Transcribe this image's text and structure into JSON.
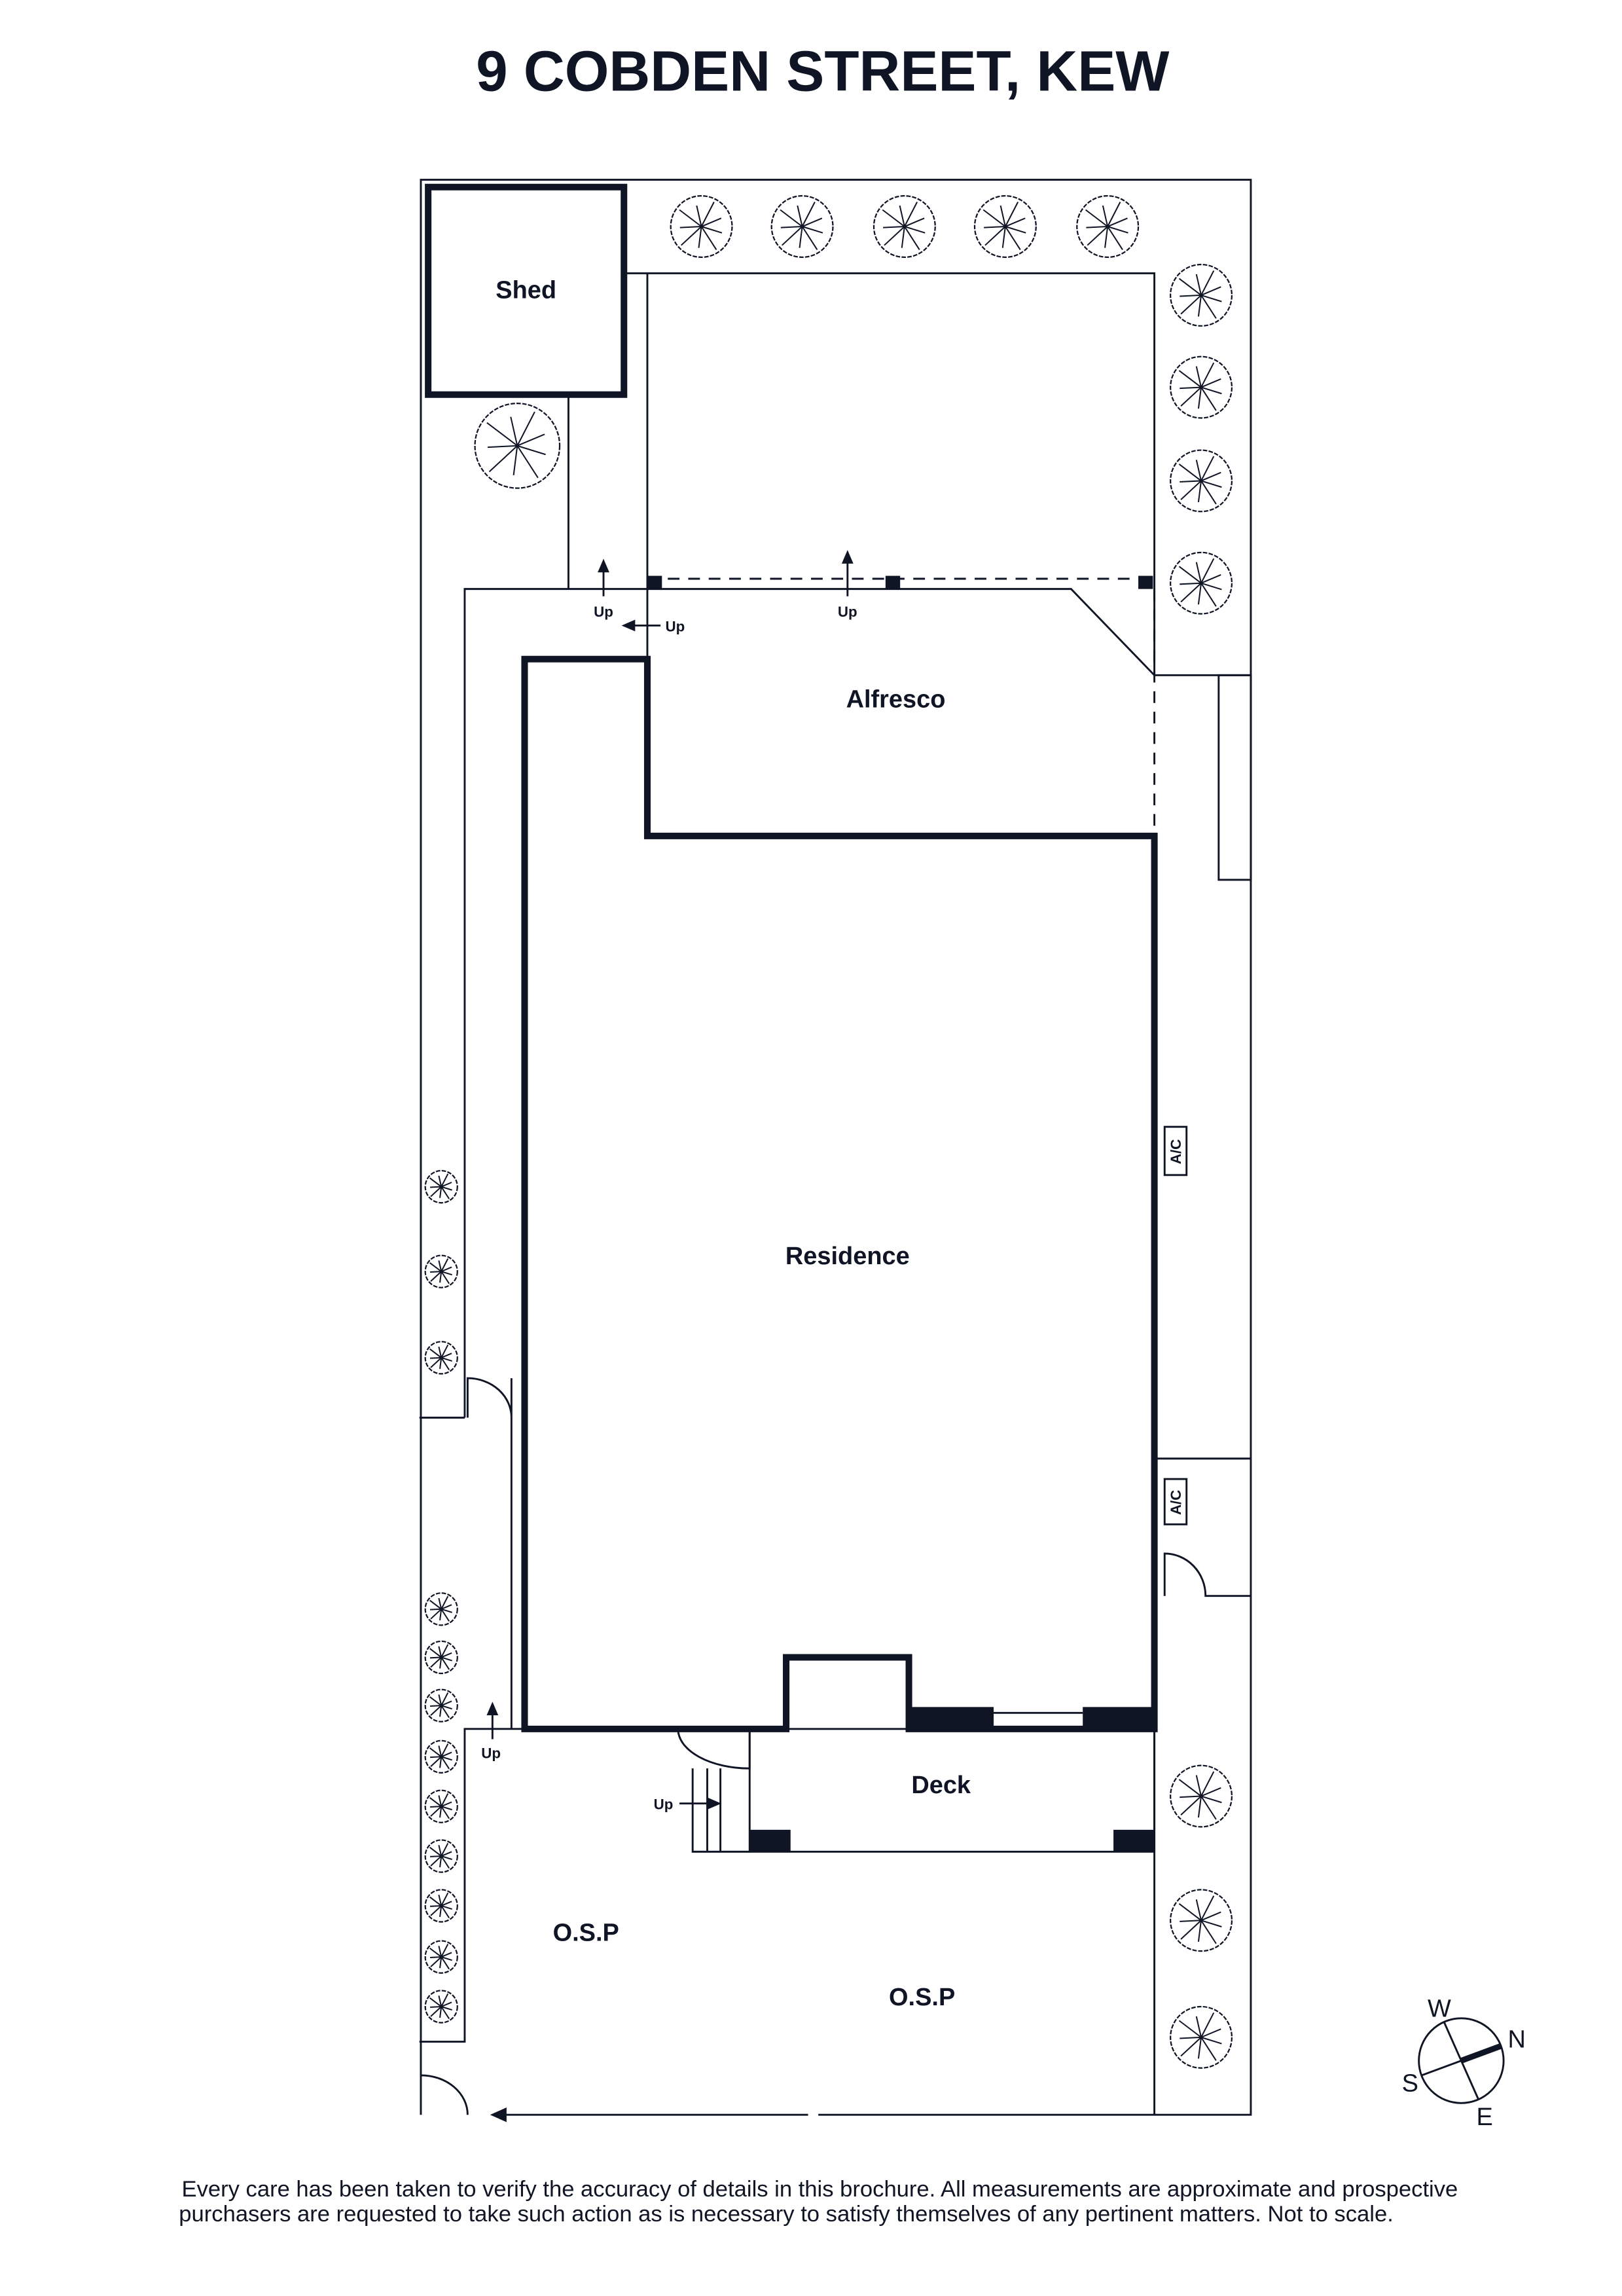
{
  "title": "9 COBDEN STREET, KEW",
  "rooms": {
    "shed": "Shed",
    "alfresco": "Alfresco",
    "residence": "Residence",
    "deck": "Deck",
    "osp_1": "O.S.P",
    "osp_2": "O.S.P"
  },
  "annotations": {
    "ac_1": "A/C",
    "ac_2": "A/C",
    "up_1": "Up",
    "up_2": "Up",
    "up_3": "Up",
    "up_4": "Up",
    "up_5": "Up"
  },
  "compass": {
    "w": "W",
    "n": "N",
    "s": "S",
    "e": "E"
  },
  "disclaimer": {
    "line1": "Every care has been taken to verify the accuracy of details in this brochure. All measurements are approximate and prospective",
    "line2": "purchasers are requested to take such action as is necessary to satisfy themselves of any pertinent matters. Not to scale."
  },
  "colors": {
    "ink": "#0f1524"
  }
}
